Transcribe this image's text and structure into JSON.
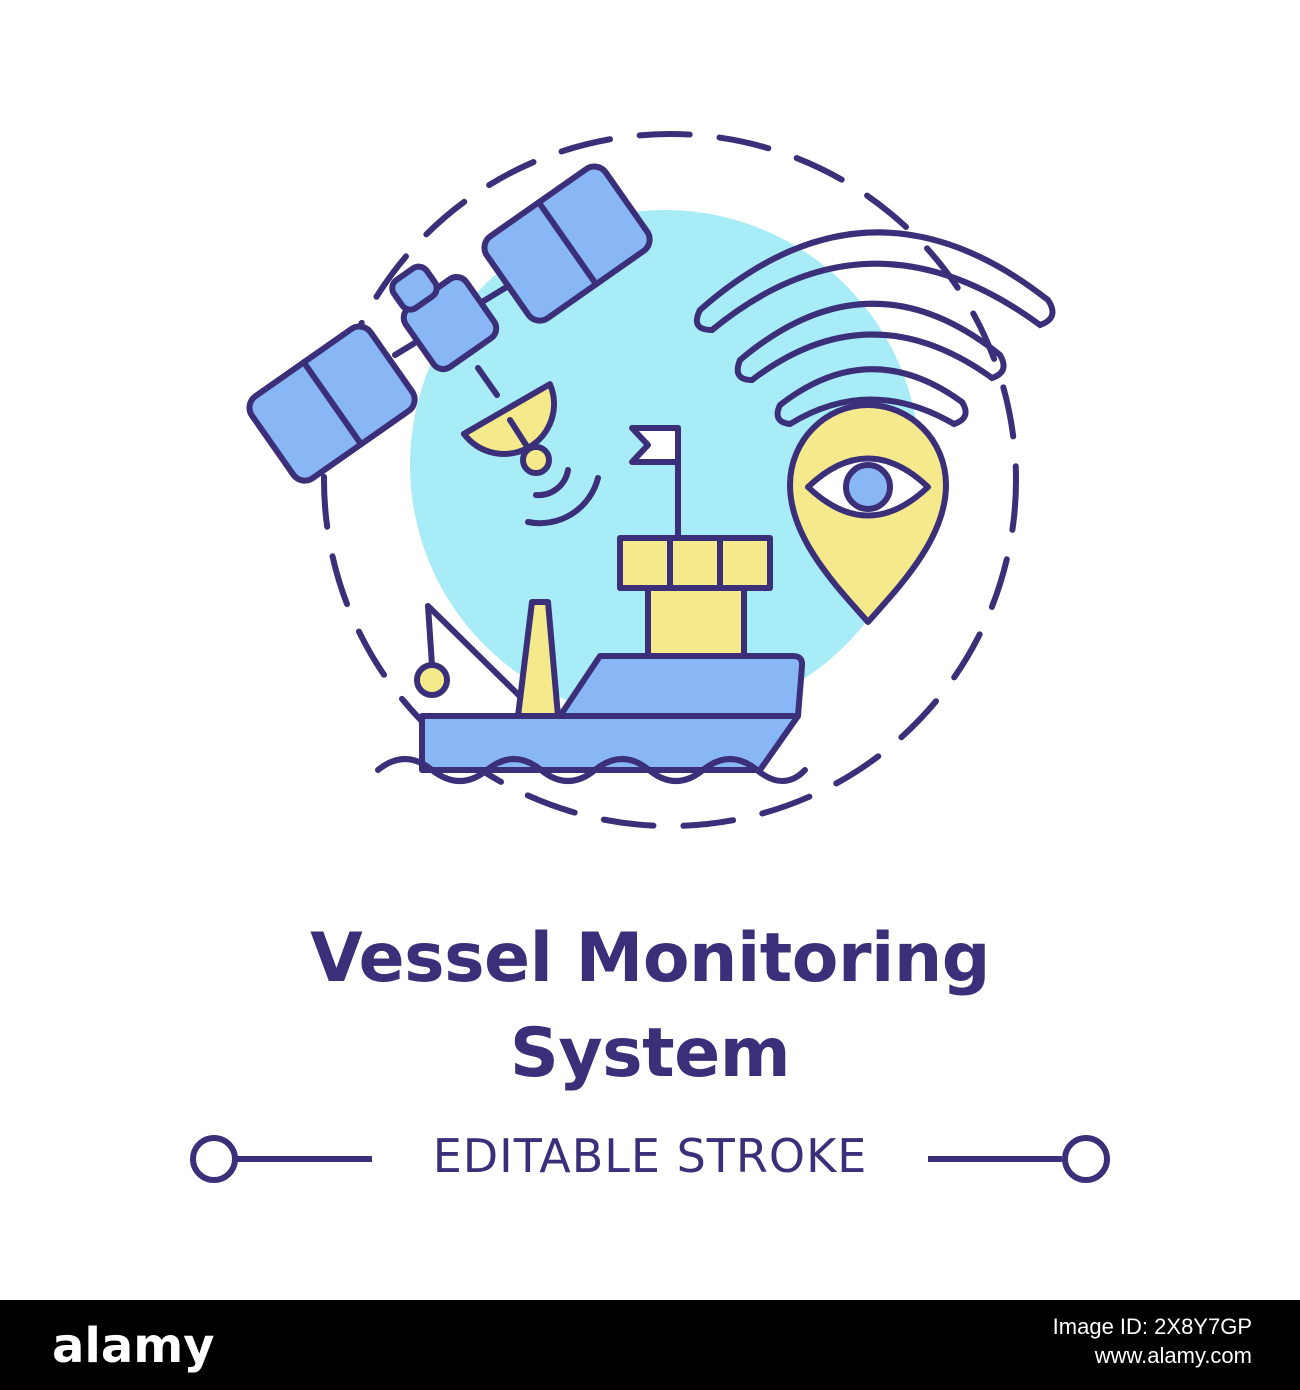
{
  "illustration": {
    "palette": {
      "outline": "#3b2f7a",
      "panel": "#89b6f5",
      "accent": "#f4e98b",
      "halo": "#a8ecf7"
    }
  },
  "title": {
    "line1": "Vessel Monitoring",
    "line2": "System"
  },
  "editable_stroke": {
    "label": "EDITABLE STROKE"
  },
  "footer": {
    "brand": "alamy",
    "image_id": "Image ID: 2X8Y7GP",
    "url": "www.alamy.com"
  }
}
